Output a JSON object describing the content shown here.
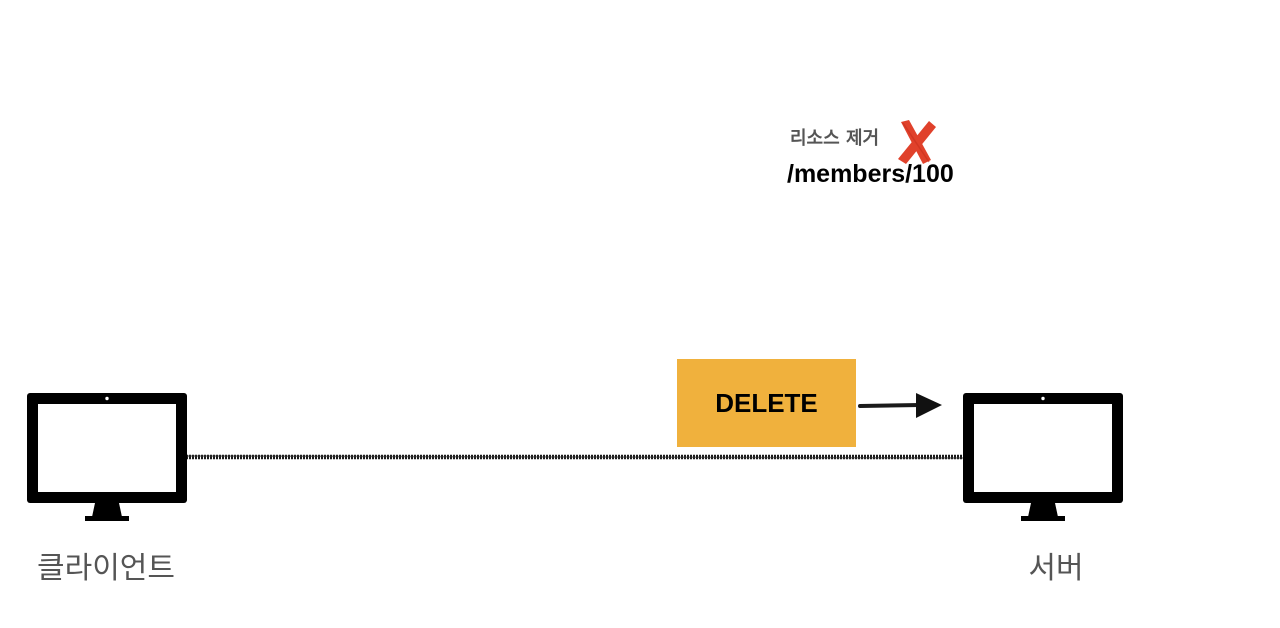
{
  "resource": {
    "action_label": "리소스 제거",
    "path": "/members/100"
  },
  "request": {
    "method": "DELETE",
    "method_color": "#f0b13d"
  },
  "client": {
    "label": "클라이언트",
    "icon": "monitor-icon"
  },
  "server": {
    "label": "서버",
    "icon": "monitor-icon"
  },
  "colors": {
    "delete_mark": "#e0412b",
    "caption_text": "#555555"
  }
}
